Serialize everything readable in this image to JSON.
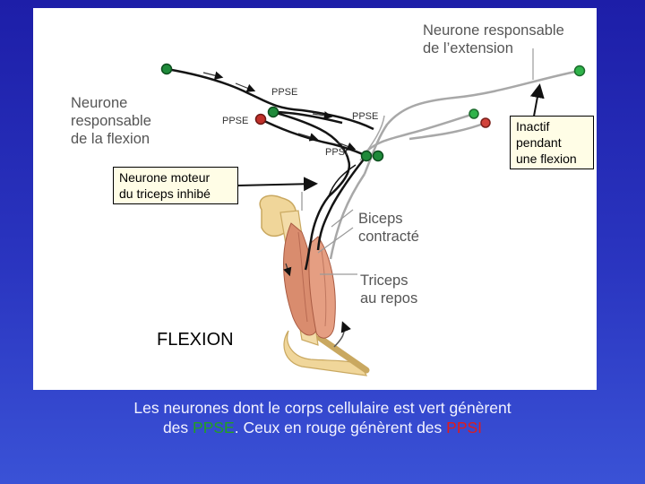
{
  "labels": {
    "extension_line1": "Neurone responsable",
    "extension_line2": "de l’extension",
    "flexion_line1": "Neurone",
    "flexion_line2": "responsable",
    "flexion_line3": "de la flexion",
    "biceps_line1": "Biceps",
    "biceps_line2": "contracté",
    "triceps_line1": "Triceps",
    "triceps_line2": "au repos"
  },
  "synapses": {
    "ppse_top": "PPSE",
    "ppse_left": "PPSE",
    "ppse_center": "PPSE",
    "ppsi": "PPSI"
  },
  "callouts": {
    "inactive_line1": "Inactif pendant",
    "inactive_line2": "une flexion",
    "triceps_inhib_line1": "Neurone moteur",
    "triceps_inhib_line2": "du triceps inhibé"
  },
  "movement_label": "FLEXION",
  "caption": {
    "line1": "Les neurones dont le corps cellulaire est vert génèrent",
    "line2_prefix": "des ",
    "line2_ppse": "PPSE",
    "line2_middle": ". Ceux en rouge génèrent des ",
    "line2_ppsi": "PPSI"
  },
  "colors": {
    "excitatory": "#1f8a3a",
    "inhibitory": "#c0302a",
    "ppse_text": "#22a022",
    "ppsi_text": "#e11b1b"
  }
}
